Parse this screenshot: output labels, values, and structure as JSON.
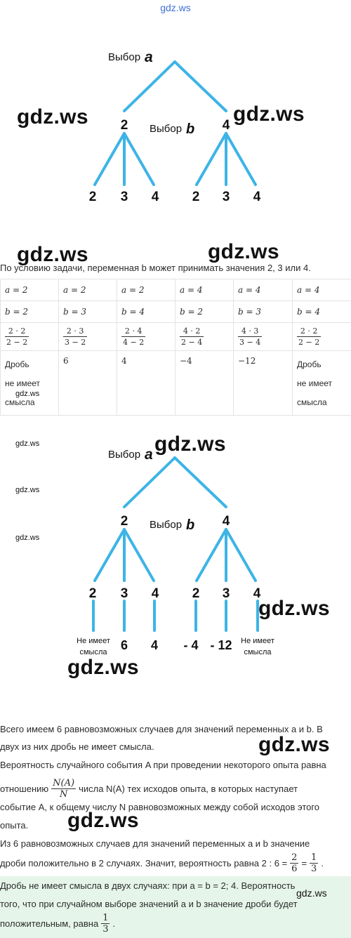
{
  "watermark": {
    "top": "gdz.ws",
    "big": "gdz.ws",
    "small": "gdz.ws"
  },
  "tree1": {
    "choice_a": "Выбор",
    "var_a": "a",
    "choice_b": "Выбор",
    "var_b": "b",
    "level1": [
      "2",
      "4"
    ],
    "level2": [
      "2",
      "3",
      "4",
      "2",
      "3",
      "4"
    ]
  },
  "intro_text": "По условию задачи, переменная b может принимать значения 2, 3 или 4.",
  "table": {
    "row_a": [
      "a = 2",
      "a = 2",
      "a = 2",
      "a = 4",
      "a = 4",
      "a = 4"
    ],
    "row_b": [
      "b = 2",
      "b = 3",
      "b = 4",
      "b = 2",
      "b = 3",
      "b = 4"
    ],
    "fractions": [
      {
        "num": "2 · 2",
        "den": "2 − 2"
      },
      {
        "num": "2 · 3",
        "den": "3 − 2"
      },
      {
        "num": "2 · 4",
        "den": "4 − 2"
      },
      {
        "num": "4 · 2",
        "den": "2 − 4"
      },
      {
        "num": "4 · 3",
        "den": "3 − 4"
      },
      {
        "num": "2 · 2",
        "den": "2 − 2"
      }
    ],
    "results": [
      "Дробь\nне имеет\nсмысла",
      "6",
      "4",
      "−4",
      "−12",
      "Дробь\nне имеет\nсмысла"
    ]
  },
  "tree2": {
    "choice_a": "Выбор",
    "var_a": "a",
    "choice_b": "Выбор",
    "var_b": "b",
    "level1": [
      "2",
      "4"
    ],
    "level2": [
      "2",
      "3",
      "4",
      "2",
      "3",
      "4"
    ],
    "outcomes": [
      "Не имеет\nсмысла",
      "6",
      "4",
      "- 4",
      "- 12",
      "Не имеет\nсмысла"
    ]
  },
  "paragraphs": {
    "p1_a": "Всего имеем 6 равновозможных случаев для значений переменных a и b. В",
    "p1_b": "двух из них дробь не имеет смысла.",
    "p2_a": "Вероятность случайного события A при проведении некоторого опыта равна",
    "p2_b_pre": "отношению",
    "p2_frac_num": "N(A)",
    "p2_frac_den": "N",
    "p2_b_post": "числа N(A) тех исходов опыта, в которых наступает",
    "p2_c": "событие A, к общему числу N равновозможных между собой исходов этого",
    "p2_d": "опыта.",
    "p3_a": "Из 6 равновозможных случаев для значений переменных a и b значение",
    "p3_b_pre": "дроби положительно в 2 случаях. Значит, вероятность равна 2 : 6 =",
    "p3_f1_num": "2",
    "p3_f1_den": "6",
    "p3_eq": "=",
    "p3_f2_num": "1",
    "p3_f2_den": "3",
    "p3_end": ".",
    "p4_a": "Дробь не имеет смысла в двух случаях: при a = b = 2;  4. Вероятность",
    "p4_b": "того, что при случайном выборе значений a и b значение дроби будет",
    "p4_c_pre": "положительным, равна",
    "p4_f_num": "1",
    "p4_f_den": "3",
    "p4_end": "."
  }
}
